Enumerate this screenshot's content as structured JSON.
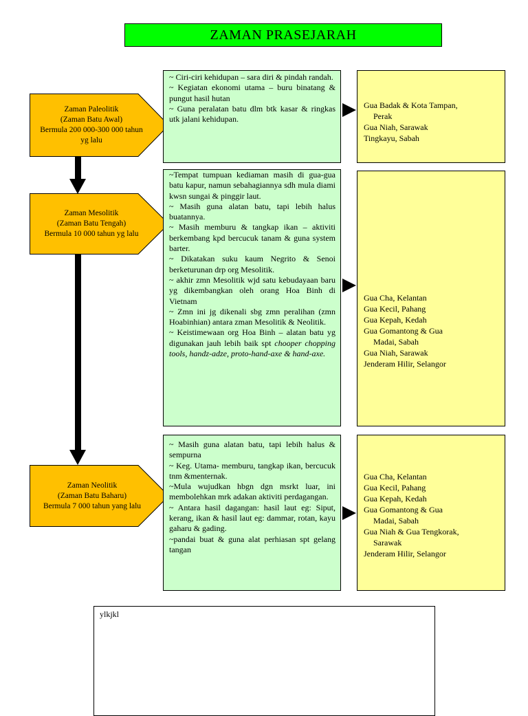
{
  "title": "ZAMAN PRASEJARAH",
  "colors": {
    "title_bg": "#00ff00",
    "era_fill": "#ffc000",
    "details_bg": "#ccffcc",
    "sites_bg": "#ffff99"
  },
  "eras": [
    {
      "name": "Zaman Paleolitik",
      "alt": "(Zaman Batu Awal)",
      "period_lines": [
        "Bermula 200 000-300 000 tahun",
        "yg lalu"
      ],
      "details": [
        "~ Ciri-ciri kehidupan – sara diri & pindah randah.",
        "~ Kegiatan ekonomi utama – buru binatang & pungut hasil hutan",
        "~ Guna peralatan batu dlm btk kasar & ringkas utk jalani kehidupan."
      ],
      "sites": [
        {
          "main": "Gua Badak & Kota Tampan,",
          "sub": "Perak"
        },
        {
          "main": "Gua Niah, Sarawak"
        },
        {
          "main": "Tingkayu, Sabah"
        }
      ]
    },
    {
      "name": "Zaman Mesolitik",
      "alt": "(Zaman Batu Tengah)",
      "period_lines": [
        "Bermula 10 000 tahun yg lalu"
      ],
      "details": [
        "~Tempat tumpuan kediaman masih di gua-gua batu kapur, namun sebahagiannya sdh mula diami kwsn sungai & pinggir laut.",
        "~ Masih guna alatan batu, tapi lebih halus buatannya.",
        "~ Masih memburu & tangkap ikan – aktiviti berkembang kpd bercucuk tanam & guna system barter.",
        "~ Dikatakan suku kaum Negrito & Senoi berketurunan drp org Mesolitik.",
        "~ akhir zmn Mesolitik wjd satu kebudayaan baru yg dikembangkan oleh orang Hoa Binh di Vietnam",
        "~ Zmn ini jg dikenali sbg zmn peralihan (zmn Hoabinhian) antara zman Mesolitik & Neolitik.",
        "~ Keistimewaan org Hoa Binh – alatan batu yg digunakan jauh lebih baik spt"
      ],
      "details_italic": "chooper chopping tools, handz-adze, proto-hand-axe & hand-axe.",
      "sites": [
        {
          "main": "Gua Cha, Kelantan"
        },
        {
          "main": "Gua Kecil, Pahang"
        },
        {
          "main": "Gua Kepah, Kedah"
        },
        {
          "main": "Gua Gomantong & Gua",
          "sub": "Madai, Sabah"
        },
        {
          "main": "Gua Niah, Sarawak"
        },
        {
          "main": "Jenderam Hilir, Selangor"
        }
      ]
    },
    {
      "name": "Zaman Neolitik",
      "alt": "(Zaman Batu Baharu)",
      "period_lines": [
        "Bermula 7 000 tahun yang lalu"
      ],
      "details": [
        "~ Masih guna alatan batu, tapi lebih halus & sempurna",
        "~ Keg. Utama- memburu, tangkap ikan, bercucuk tnm &menternak.",
        "~Mula wujudkan hbgn dgn msrkt luar, ini membolehkan mrk adakan aktiviti perdagangan.",
        "~ Antara hasil dagangan: hasil laut eg: Siput, kerang, ikan & hasil laut eg: dammar, rotan, kayu gaharu & gading.",
        "~pandai buat & guna alat perhiasan spt gelang tangan"
      ],
      "sites": [
        {
          "main": "Gua Cha, Kelantan"
        },
        {
          "main": "Gua Kecil, Pahang"
        },
        {
          "main": "Gua Kepah, Kedah"
        },
        {
          "main": "Gua Gomantong & Gua",
          "sub": "Madai, Sabah"
        },
        {
          "main": "Gua Niah & Gua Tengkorak,",
          "sub": "Sarawak"
        },
        {
          "main": "Jenderam Hilir, Selangor"
        }
      ]
    }
  ],
  "note": "ylkjkl"
}
